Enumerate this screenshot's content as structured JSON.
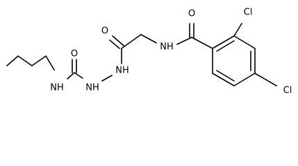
{
  "labels": {
    "o_urea": "O",
    "nh_butyl": "NH",
    "nh_hydrazide_1": "NH",
    "nh_hydrazide_2": "NH",
    "o_hydrazide": "O",
    "nh_amide": "NH",
    "o_amide": "O",
    "cl_ortho": "Cl",
    "cl_para": "Cl"
  },
  "colors": {
    "bond": "#000000",
    "label": "#000000",
    "background": "#ffffff"
  }
}
